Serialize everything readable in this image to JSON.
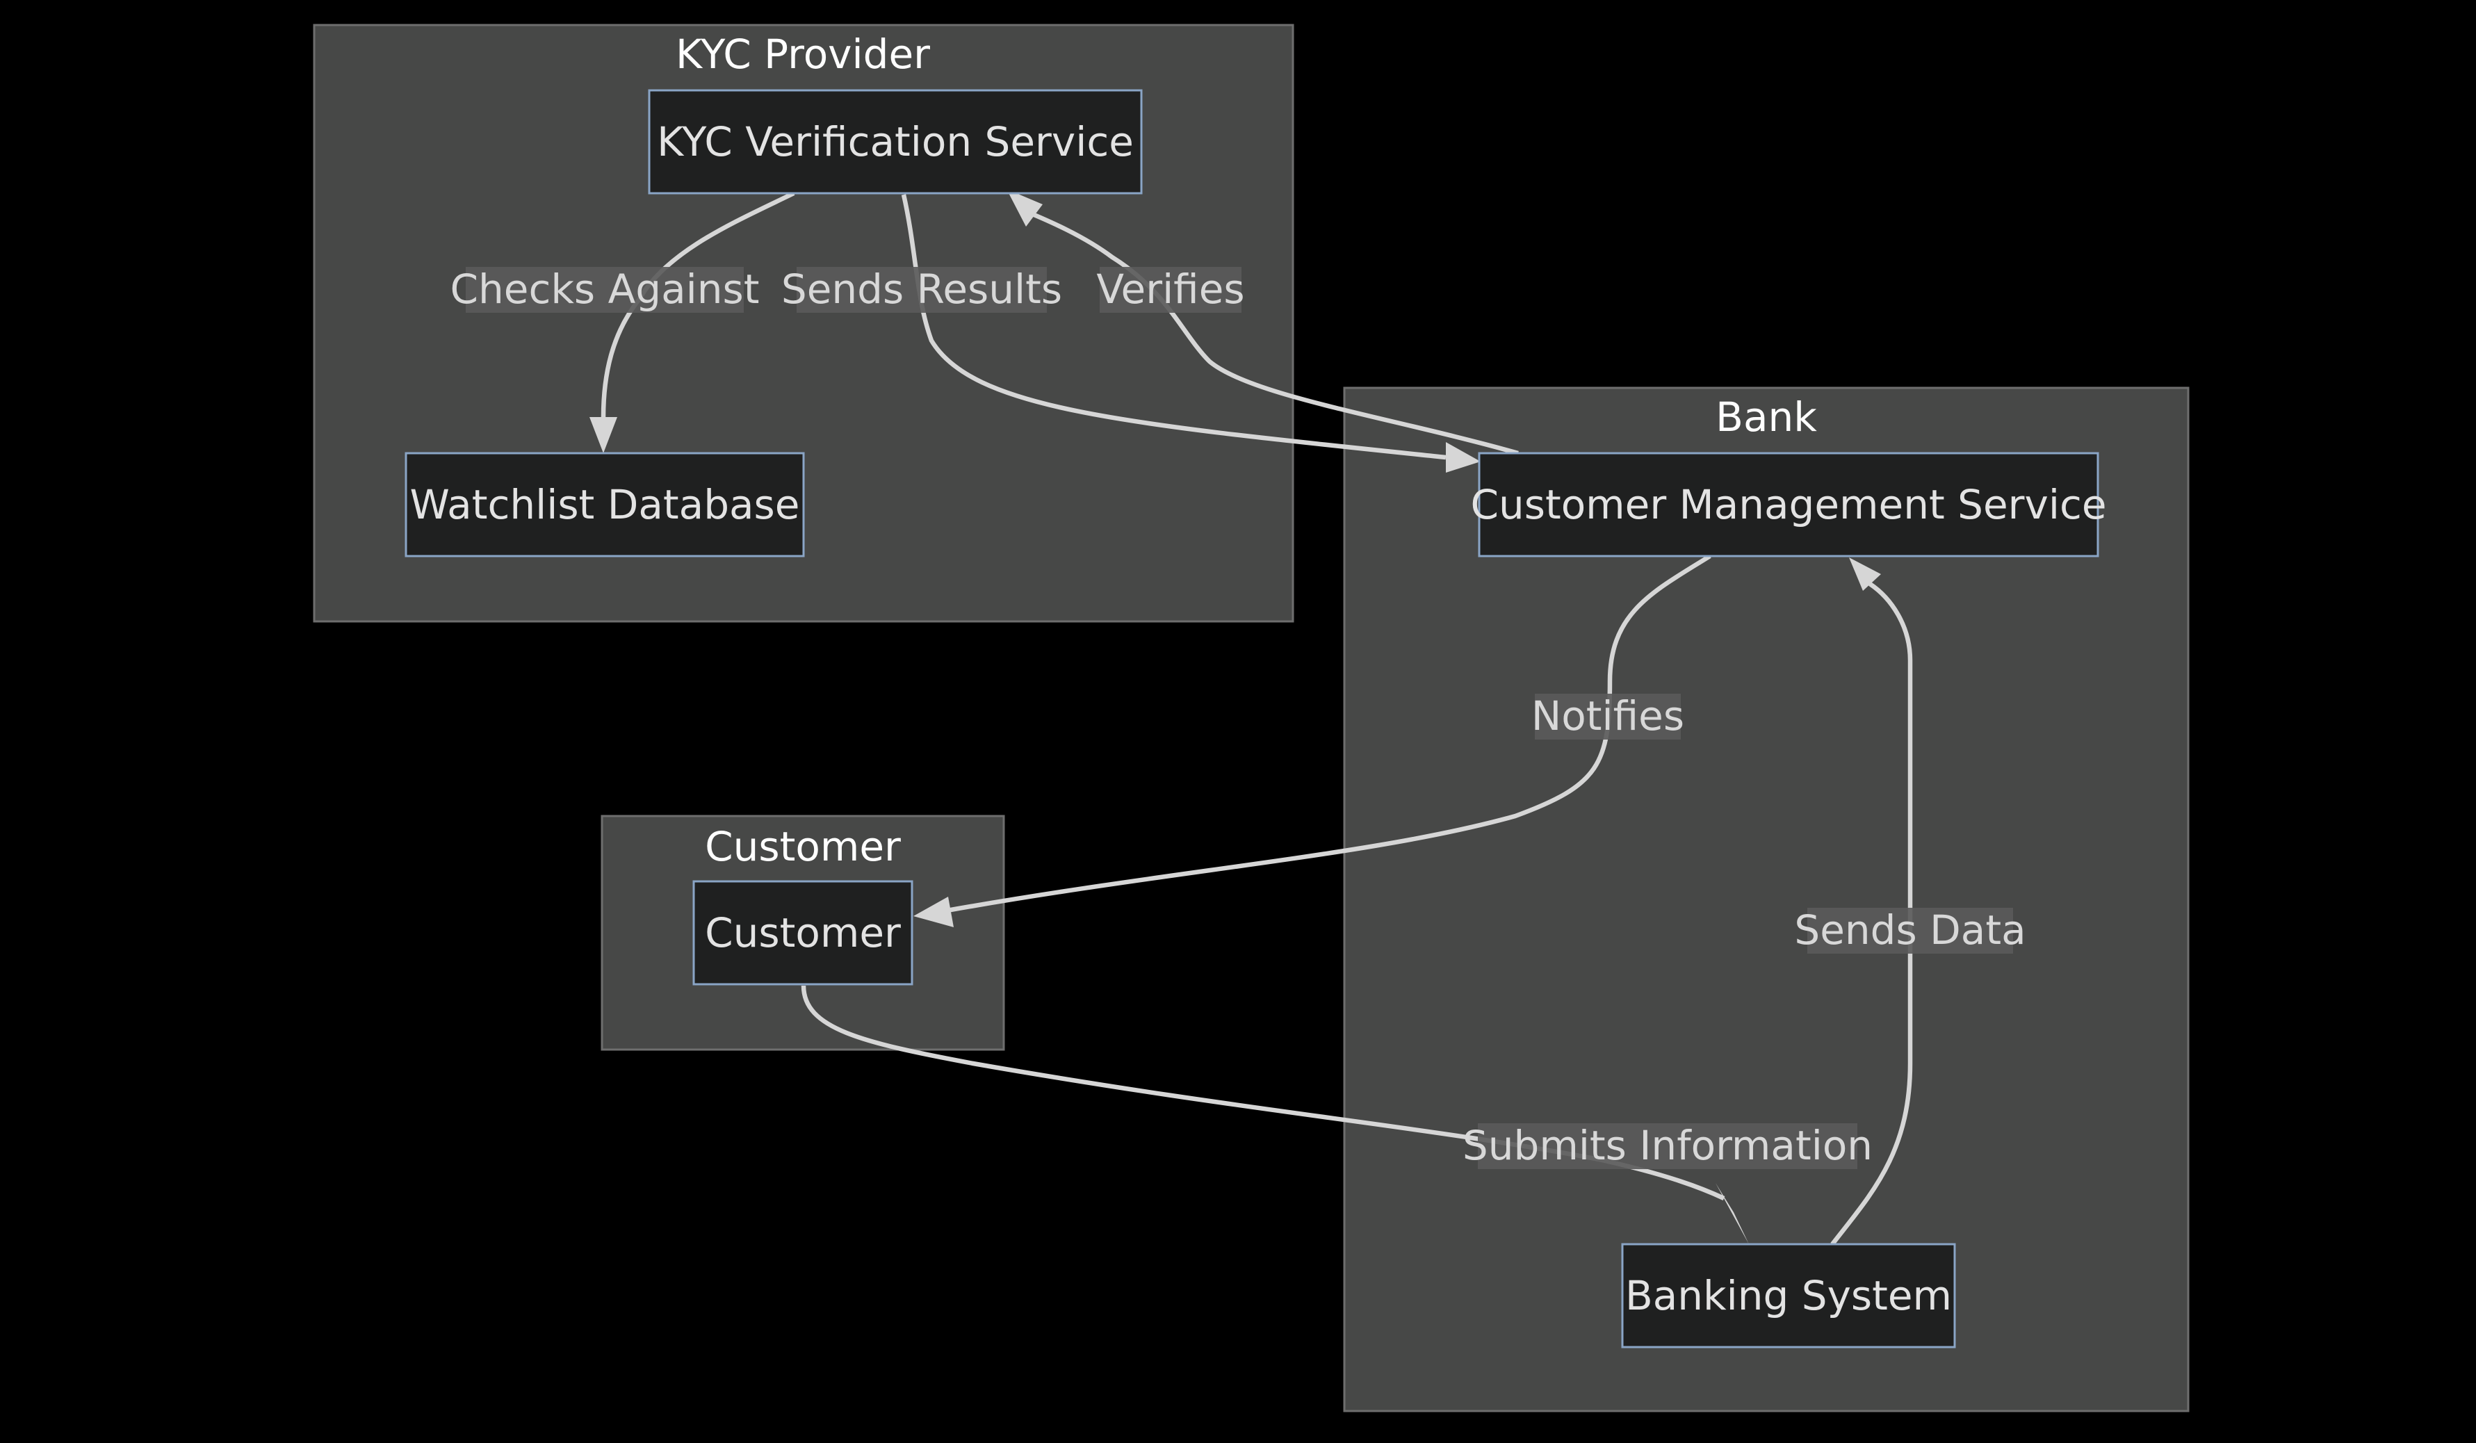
{
  "diagram": {
    "clusters": {
      "kyc_provider": "KYC Provider",
      "bank": "Bank",
      "customer": "Customer"
    },
    "nodes": {
      "kyc_verification_service": "KYC Verification Service",
      "watchlist_database": "Watchlist Database",
      "customer_management_service": "Customer Management Service",
      "customer": "Customer",
      "banking_system": "Banking System"
    },
    "edges": {
      "checks_against": "Checks Against",
      "sends_results": "Sends Results",
      "verifies": "Verifies",
      "notifies": "Notifies",
      "sends_data": "Sends Data",
      "submits_information": "Submits Information"
    }
  },
  "colors": {
    "background": "#000000",
    "cluster_fill": "#474847",
    "node_fill": "#1f2020",
    "node_border": "#8aa5c6",
    "edge": "#d6d6d6"
  }
}
